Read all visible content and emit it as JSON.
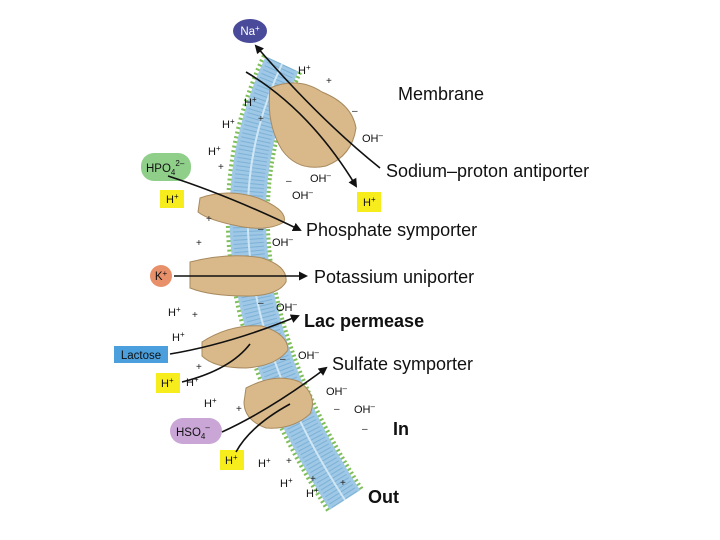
{
  "labels": {
    "membrane": "Membrane",
    "sodium_proton_antiporter": "Sodium–proton antiporter",
    "phosphate_symporter": "Phosphate symporter",
    "potassium_uniporter": "Potassium uniporter",
    "lac_permease": "Lac permease",
    "sulfate_symporter": "Sulfate symporter",
    "in": "In",
    "out": "Out"
  },
  "substrates": {
    "na": {
      "base": "Na",
      "sup": "+"
    },
    "hpo4": {
      "base": "HPO",
      "sub": "4",
      "sup": "2–"
    },
    "k": {
      "base": "K",
      "sup": "+"
    },
    "lactose": "Lactose",
    "hso4": {
      "base": "HSO",
      "sub": "4",
      "sup": "–"
    }
  },
  "ions": {
    "h": {
      "base": "H",
      "sup": "+"
    },
    "oh": {
      "base": "OH",
      "sup": "–"
    },
    "plus": "+",
    "minus": "–"
  },
  "colors": {
    "membrane_core": "#9ec8e6",
    "membrane_head": "#7fbf5a",
    "protein": "#d9b98a",
    "protein_edge": "#a88a5e",
    "na_badge": "#4a4a9a",
    "hpo4_badge": "#8fcf8a",
    "k_badge": "#e8906a",
    "lactose_badge": "#4a9fdc",
    "hso4_badge": "#c9a6d6",
    "proton_box": "#f7ec1c"
  }
}
